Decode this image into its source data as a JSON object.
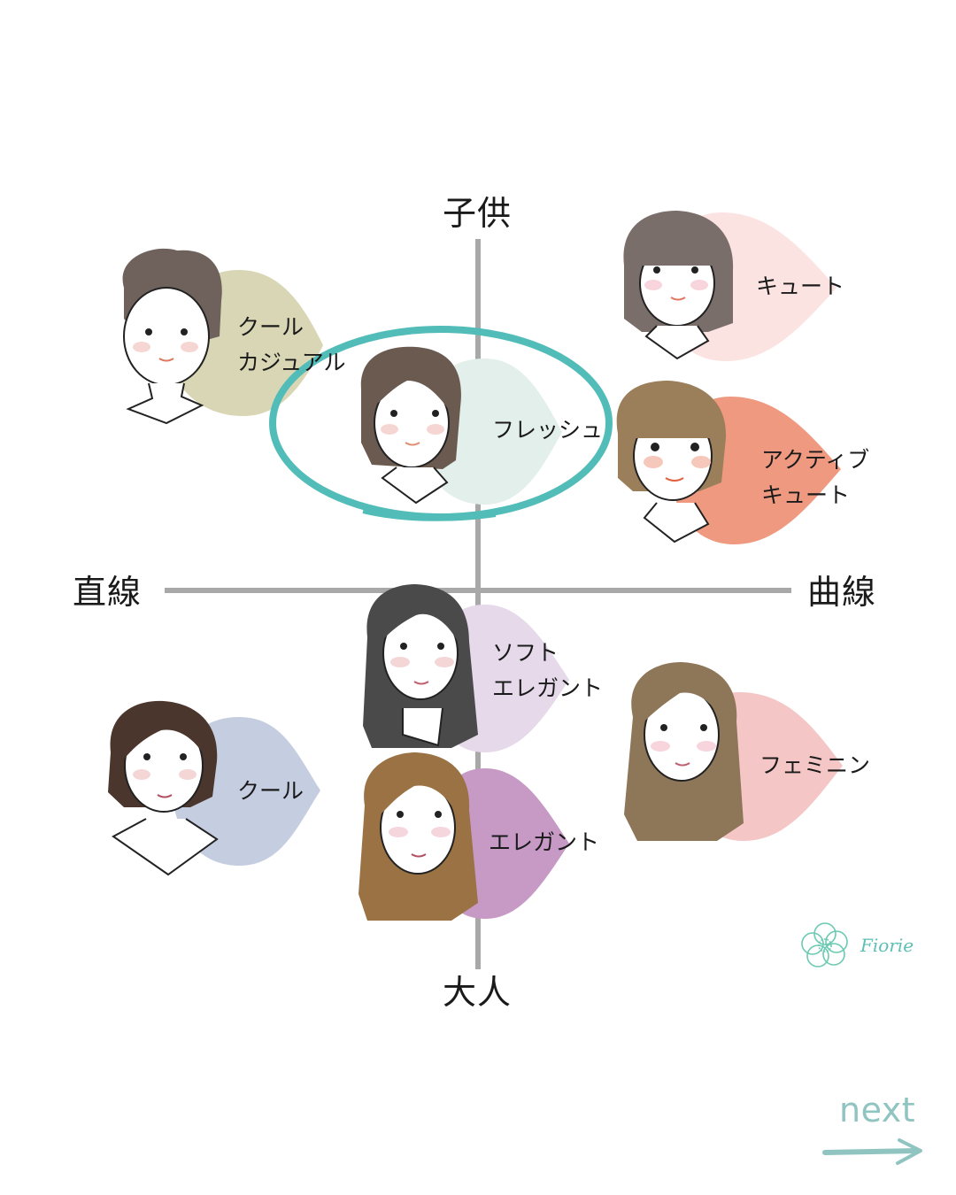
{
  "axes": {
    "top": "子供",
    "bottom": "大人",
    "left": "直線",
    "right": "曲線"
  },
  "types": [
    {
      "id": "cool-casual",
      "lines": [
        "クール",
        "カジュアル"
      ],
      "color": "#d8d6b4",
      "hair": "#6f625c",
      "quadrant": "top-left"
    },
    {
      "id": "fresh",
      "lines": [
        "フレッシュ"
      ],
      "color": "#e3efea",
      "hair": "#6a5a4f",
      "quadrant": "top-left",
      "highlighted": true
    },
    {
      "id": "cute",
      "lines": [
        "キュート"
      ],
      "color": "#fbe3e2",
      "hair": "#7a6e6a",
      "quadrant": "top-right"
    },
    {
      "id": "active-cute",
      "lines": [
        "アクティブ",
        "キュート"
      ],
      "color": "#ef9a80",
      "hair": "#9a7f5a",
      "quadrant": "top-right"
    },
    {
      "id": "soft-elegant",
      "lines": [
        "ソフト",
        "エレガント"
      ],
      "color": "#e5d9ea",
      "hair": "#4a4a4a",
      "quadrant": "bottom-center"
    },
    {
      "id": "elegant",
      "lines": [
        "エレガント"
      ],
      "color": "#c79ac6",
      "hair": "#9a7244",
      "quadrant": "bottom-center"
    },
    {
      "id": "cool",
      "lines": [
        "クール"
      ],
      "color": "#c5cde0",
      "hair": "#4a362c",
      "quadrant": "bottom-left"
    },
    {
      "id": "feminine",
      "lines": [
        "フェミニン"
      ],
      "color": "#f5c6c6",
      "hair": "#8e7658",
      "quadrant": "bottom-right"
    }
  ],
  "highlight": {
    "color": "#52bdb8",
    "target": "fresh"
  },
  "logo": {
    "text": "Fiorie",
    "color": "#5cc0b4"
  },
  "nav": {
    "next_label": "next",
    "color": "#8fc4c1"
  }
}
